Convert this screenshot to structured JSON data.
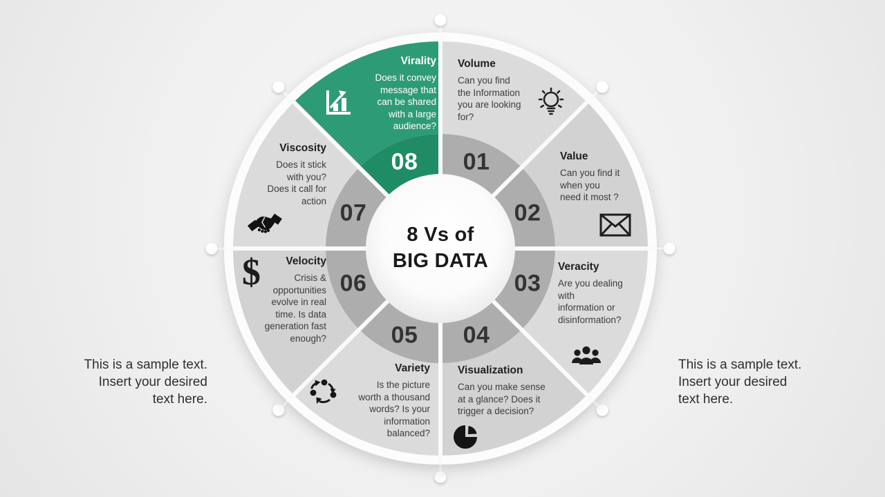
{
  "slide": {
    "center_title": "8 Vs of\nBIG DATA",
    "left_note": "This is a sample text.\nInsert your desired\ntext here.",
    "right_note": "This is a sample text.\nInsert your desired\ntext here."
  },
  "colors": {
    "accent_green": "#2E9B77",
    "accent_green_dark": "#1F8C66",
    "sector_light": "#DBDBDB",
    "sector_mid": "#D2D2D2",
    "ring_gray": "#ADADAD",
    "divider_white": "#FAFAFA",
    "number_gray": "#333333"
  },
  "icons": {
    "dollar_glyph": "$"
  },
  "sections": [
    {
      "number": "01",
      "title": "Volume",
      "description": "Can you find\nthe Information\nyou are looking\nfor?",
      "icon": "lightbulb-icon",
      "shade": "light",
      "highlighted": false
    },
    {
      "number": "02",
      "title": "Value",
      "description": "Can you find it\nwhen you\nneed it most ?",
      "icon": "envelope-icon",
      "shade": "mid",
      "highlighted": false
    },
    {
      "number": "03",
      "title": "Veracity",
      "description": "Are you dealing\nwith\ninformation or\ndisinformation?",
      "icon": "people-icon",
      "shade": "light",
      "highlighted": false
    },
    {
      "number": "04",
      "title": "Visualization",
      "description": "Can you make sense\nat a glance? Does it\ntrigger a decision?",
      "icon": "pie-chart-icon",
      "shade": "mid",
      "highlighted": false
    },
    {
      "number": "05",
      "title": "Variety",
      "description": "Is the picture\nworth a thousand\nwords? Is your\ninformation\nbalanced?",
      "icon": "sync-arrows-icon",
      "shade": "light",
      "highlighted": false
    },
    {
      "number": "06",
      "title": "Velocity",
      "description": "Crisis &\nopportunities\nevolve in  real\ntime. Is data\ngeneration fast\nenough?",
      "icon": "dollar-icon",
      "shade": "mid",
      "highlighted": false
    },
    {
      "number": "07",
      "title": "Viscosity",
      "description": "Does it stick\nwith you?\nDoes it call for\naction",
      "icon": "handshake-icon",
      "shade": "light",
      "highlighted": false
    },
    {
      "number": "08",
      "title": "Virality",
      "description": "Does it convey\nmessage that\ncan be shared\nwith a large\naudience?",
      "icon": "bar-chart-icon",
      "shade": "accent",
      "highlighted": true
    }
  ]
}
